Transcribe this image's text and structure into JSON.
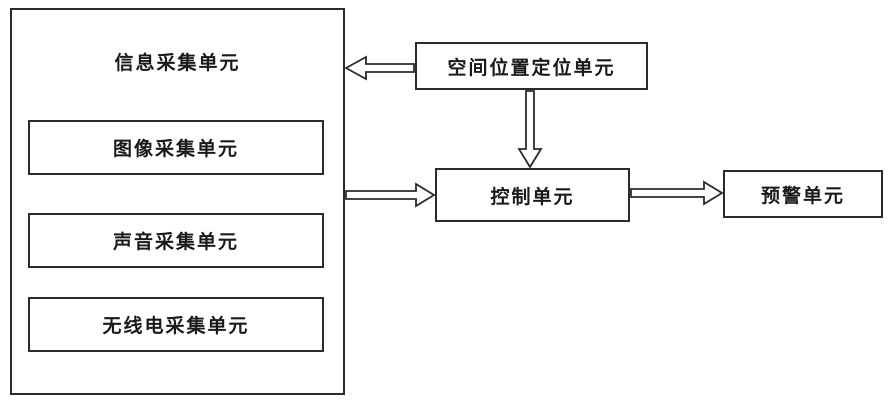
{
  "diagram": {
    "outer_unit": {
      "label": "信息采集单元"
    },
    "sub_units": [
      {
        "label": "图像采集单元"
      },
      {
        "label": "声音采集单元"
      },
      {
        "label": "无线电采集单元"
      }
    ],
    "positioning_unit": {
      "label": "空间位置定位单元"
    },
    "control_unit": {
      "label": "控制单元"
    },
    "warning_unit": {
      "label": "预警单元"
    },
    "connections": [
      {
        "from": "positioning_unit",
        "to": "outer_unit",
        "style": "hollow-arrow"
      },
      {
        "from": "positioning_unit",
        "to": "control_unit",
        "style": "hollow-arrow"
      },
      {
        "from": "outer_unit",
        "to": "control_unit",
        "style": "hollow-arrow"
      },
      {
        "from": "control_unit",
        "to": "warning_unit",
        "style": "hollow-arrow"
      }
    ],
    "colors": {
      "line": "#2b2b2b",
      "background": "#ffffff",
      "text": "#1a1a1a"
    }
  }
}
